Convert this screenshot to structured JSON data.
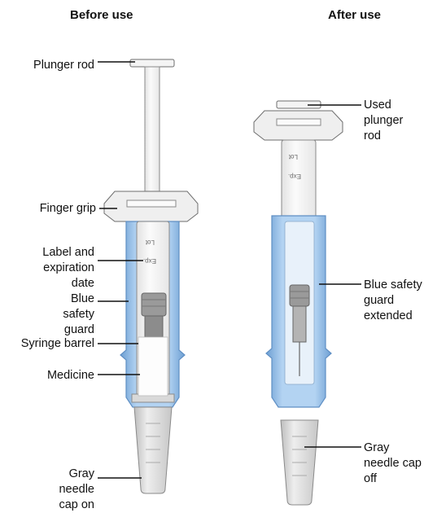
{
  "headings": {
    "before": "Before use",
    "after": "After use"
  },
  "labels_before": {
    "plunger_rod": "Plunger rod",
    "finger_grip": "Finger grip",
    "label_expiration": "Label and expiration date",
    "blue_safety_guard": "Blue safety guard",
    "syringe_barrel": "Syringe barrel",
    "medicine": "Medicine",
    "gray_needle_cap_on": "Gray needle cap on"
  },
  "labels_after": {
    "used_plunger_rod": "Used plunger rod",
    "blue_safety_guard_extended": "Blue safety guard extended",
    "gray_needle_cap_off": "Gray needle cap off"
  },
  "syringe_markings": {
    "lot": "Lot",
    "exp": "Exp."
  },
  "colors": {
    "guard_blue": "#9ec3e8",
    "guard_blue_dark": "#5f8fc4",
    "outline": "#6e6e6e",
    "cap_gray": "#d6d6d6",
    "plastic": "#f2f2f2"
  }
}
